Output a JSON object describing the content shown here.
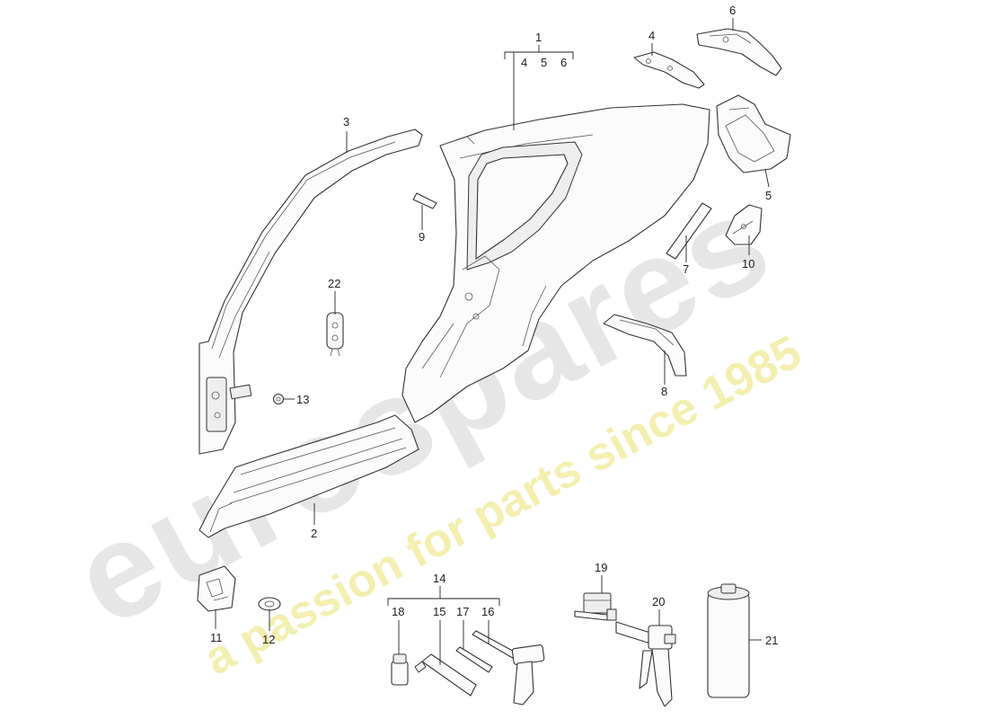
{
  "watermark": {
    "brand": "eurospares",
    "tagline": "a passion for parts since 1985",
    "brand_color": "#e6e6e6",
    "tagline_color": "#f2efb0"
  },
  "labels": {
    "p1": "1",
    "p1_sub_4": "4",
    "p1_sub_5": "5",
    "p1_sub_6": "6",
    "p2": "2",
    "p3": "3",
    "p4": "4",
    "p5": "5",
    "p6": "6",
    "p7": "7",
    "p8": "8",
    "p9": "9",
    "p10": "10",
    "p11": "11",
    "p12": "12",
    "p13": "13",
    "p14": "14",
    "p15": "15",
    "p16": "16",
    "p17": "17",
    "p18": "18",
    "p19": "19",
    "p20": "20",
    "p21": "21",
    "p22": "22"
  }
}
